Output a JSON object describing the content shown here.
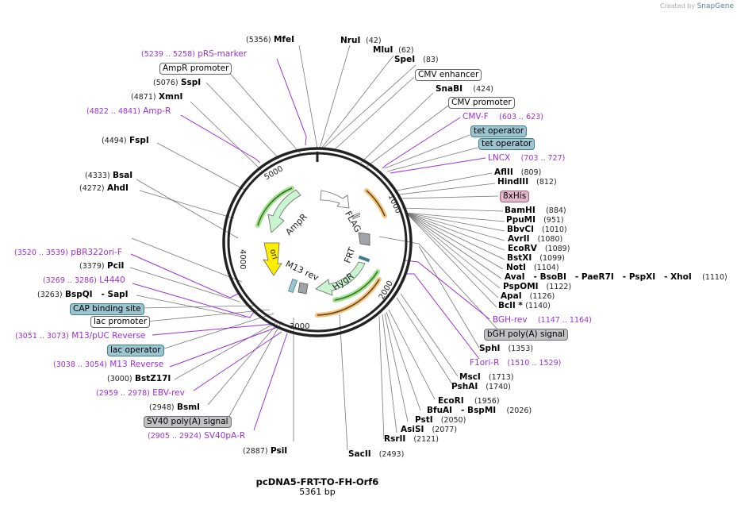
{
  "credit": {
    "prefix": "Created by",
    "brand": "SnapGene"
  },
  "plasmid": {
    "name": "pcDNA5-FRT-TO-FH-Orf6",
    "size": "5361 bp"
  },
  "ring_ticks": [
    "1000",
    "2000",
    "3000",
    "4000",
    "5000"
  ],
  "inner_features": {
    "ampr": "AmpR",
    "ori": "ori",
    "m13rev": "M13 rev",
    "hygr": "HygR",
    "frt": "FRT",
    "flag": "FLAG"
  },
  "labels": {
    "mfeI": {
      "name": "MfeI",
      "pos": "(5356)"
    },
    "nruI": {
      "name": "NruI",
      "pos": "(42)"
    },
    "mluI": {
      "name": "MluI",
      "pos": "(62)"
    },
    "speI": {
      "name": "SpeI",
      "pos": "(83)"
    },
    "cmv_enhancer": "CMV enhancer",
    "snaBI": {
      "name": "SnaBI",
      "pos": "(424)"
    },
    "cmv_promoter": "CMV promoter",
    "cmv_f": {
      "name": "CMV-F",
      "pos": "(603 .. 623)"
    },
    "tet_op1": "tet operator",
    "tet_op2": "tet operator",
    "lncx": {
      "name": "LNCX",
      "pos": "(703 .. 727)"
    },
    "aflII": {
      "name": "AflII",
      "pos": "(809)"
    },
    "hindIII": {
      "name": "HindIII",
      "pos": "(812)"
    },
    "his8": "8xHis",
    "bamHI": {
      "name": "BamHI",
      "pos": "(884)"
    },
    "ppuMI": {
      "name": "PpuMI",
      "pos": "(951)"
    },
    "bbvCI": {
      "name": "BbvCI",
      "pos": "(1010)"
    },
    "avrII": {
      "name": "AvrII",
      "pos": "(1080)"
    },
    "ecoRV": {
      "name": "EcoRV",
      "pos": "(1089)"
    },
    "bstXI": {
      "name": "BstXI",
      "pos": "(1099)"
    },
    "notI": {
      "name": "NotI",
      "pos": "(1104)"
    },
    "avaI_group": {
      "name": "AvaI   - BsoBI   - PaeR7I   - PspXI   - XhoI",
      "pos": "(1110)"
    },
    "pspOMI": {
      "name": "PspOMI",
      "pos": "(1122)"
    },
    "apaI": {
      "name": "ApaI",
      "pos": "(1126)"
    },
    "bclI": {
      "name": "BclI *",
      "pos": "(1140)"
    },
    "bgh_rev": {
      "name": "BGH-rev",
      "pos": "(1147 .. 1164)"
    },
    "bgh_polya": "bGH poly(A) signal",
    "sphI": {
      "name": "SphI",
      "pos": "(1353)"
    },
    "f1ori_r": {
      "name": "F1ori-R",
      "pos": "(1510 .. 1529)"
    },
    "mscI": {
      "name": "MscI",
      "pos": "(1713)"
    },
    "pshAI": {
      "name": "PshAI",
      "pos": "(1740)"
    },
    "ecoRI": {
      "name": "EcoRI",
      "pos": "(1956)"
    },
    "bfuAI": {
      "name": "BfuAI   - BspMI",
      "pos": "(2026)"
    },
    "pstI": {
      "name": "PstI",
      "pos": "(2050)"
    },
    "asiSI": {
      "name": "AsiSI",
      "pos": "(2077)"
    },
    "rsrII": {
      "name": "RsrII",
      "pos": "(2121)"
    },
    "sacII": {
      "name": "SacII",
      "pos": "(2493)"
    },
    "psiI": {
      "name": "PsiI",
      "pos": "(2887)"
    },
    "sv40pa_r": {
      "name": "SV40pA-R",
      "pos": "(2905 .. 2924)"
    },
    "sv40_polya": "SV40 poly(A) signal",
    "bsmI": {
      "name": "BsmI",
      "pos": "(2948)"
    },
    "ebv_rev": {
      "name": "EBV-rev",
      "pos": "(2959 .. 2978)"
    },
    "bstZ17I": {
      "name": "BstZ17I",
      "pos": "(3000)"
    },
    "m13_reverse": {
      "name": "M13 Reverse",
      "pos": "(3038 .. 3054)"
    },
    "lac_operator": "lac operator",
    "m13_puc_reverse": {
      "name": "M13/pUC Reverse",
      "pos": "(3051 .. 3073)"
    },
    "lac_promoter": "lac promoter",
    "cap_site": "CAP binding site",
    "bspQI": {
      "name": "BspQI   - SapI",
      "pos": "(3263)"
    },
    "l4440": {
      "name": "L4440",
      "pos": "(3269 .. 3286)"
    },
    "pciI": {
      "name": "PciI",
      "pos": "(3379)"
    },
    "pbr322ori_f": {
      "name": "pBR322ori-F",
      "pos": "(3520 .. 3539)"
    },
    "ahdI": {
      "name": "AhdI",
      "pos": "(4272)"
    },
    "bsaI": {
      "name": "BsaI",
      "pos": "(4333)"
    },
    "fspI": {
      "name": "FspI",
      "pos": "(4494)"
    },
    "amp_r": {
      "name": "Amp-R",
      "pos": "(4822 .. 4841)"
    },
    "xmnI": {
      "name": "XmnI",
      "pos": "(4871)"
    },
    "sspI": {
      "name": "SspI",
      "pos": "(5076)"
    },
    "ampr_promoter": "AmpR promoter",
    "prs_marker": {
      "name": "pRS-marker",
      "pos": "(5239 .. 5258)"
    }
  },
  "colors": {
    "primer": "#9b30d9",
    "ring": "#222222",
    "ampr": "#c9f5cf",
    "ori": "#ffee00",
    "orange_arc": "#f5c27a",
    "green_arc": "#9ee38a",
    "teal_feature": "#9cc5cf",
    "pink_feature": "#e2b7c9",
    "grey_feature": "#bfc1c4"
  }
}
